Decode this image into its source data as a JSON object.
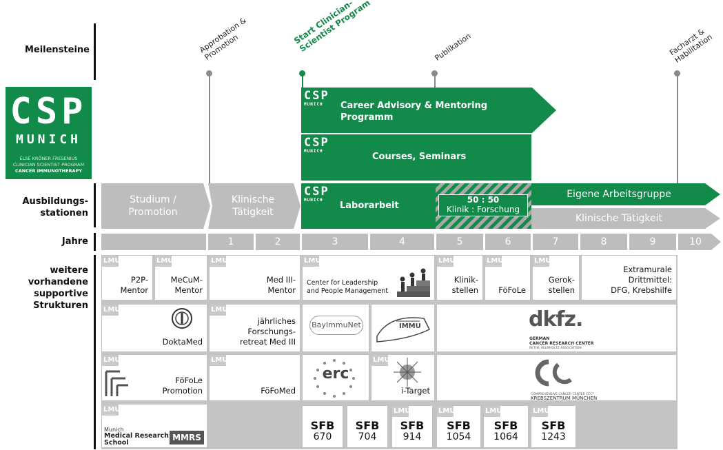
{
  "row_labels": {
    "milestones": "Meilensteine",
    "stations": "Ausbildungs-\nstationen",
    "years": "Jahre",
    "structures": "weitere\nvorhandene\nsupportive\nStrukturen"
  },
  "logo": {
    "line1": "CSP",
    "line2": "MUNICH",
    "sub1": "ELSE KRÖNER FRESENIUS",
    "sub2": "CLINICIAN SCIENTIST PROGRAM",
    "sub3": "CANCER IMMUNOTHERAPY"
  },
  "milestones": [
    {
      "label": "Approbation &\nPromotion"
    },
    {
      "label": "Start Clinician-\nScientist Program",
      "highlight": true
    },
    {
      "label": "Publikation"
    },
    {
      "label": "Facharzt &\nHabilitation"
    }
  ],
  "green_bars": {
    "career": "Career Advisory & Mentoring\nProgramm",
    "courses": "Courses, Seminars",
    "lab": "Laborarbeit"
  },
  "mini_logo": {
    "top": "CSP",
    "bottom": "MUNICH"
  },
  "stations": {
    "studium": "Studium /\nPromotion",
    "klinisch1": "Klinische\nTätigkeit",
    "split_ratio": "50 : 50",
    "split_label": "Klinik : Forschung",
    "eigene": "Eigene Arbeitsgruppe",
    "klinisch2": "Klinische Tätigkeit"
  },
  "years": [
    "1",
    "2",
    "3",
    "4",
    "5",
    "6",
    "7",
    "8",
    "9",
    "10"
  ],
  "lmu": "LMU",
  "structures": {
    "p2p": "P2P-\nMentor",
    "mecum": "MeCuM-\nMentor",
    "med3": "Med III-\nMentor",
    "leadership": "Center for Leadership\nand People Management",
    "klinikstellen": "Klinik-\nstellen",
    "fofole": "FöFoLe",
    "gerok": "Gerok-\nstellen",
    "extramural": "Extramurale\nDrittmittel:\nDFG, Krebshilfe",
    "doktamed": "DoktaMed",
    "retreat": "jährliches\nForschungs-\nretreat Med III",
    "bayimmunet": "BayImmuNet",
    "dkfz": "dkfz.",
    "dkfz_sub1": "GERMAN",
    "dkfz_sub2": "CANCER RESEARCH CENTER",
    "dkfz_sub3": "IN THE HELMHOLTZ ASSOCIATION",
    "fofole_promo": "FöFoLe\nPromotion",
    "fofomed": "FöFoMed",
    "erc": "erc",
    "itarget": "i-Target",
    "ccc_sub1": "COMPREHENSIVE CANCER CENTER CCCᴹ",
    "ccc_sub2": "KREBSZENTRUM MÜNCHEN",
    "mmrs_line1": "Munich",
    "mmrs_line2": "Medical Research",
    "mmrs_line3": "School",
    "mmrs_logo": "MMRS"
  },
  "sfb": [
    {
      "label": "SFB",
      "num": "670"
    },
    {
      "label": "SFB",
      "num": "704"
    },
    {
      "label": "SFB",
      "num": "914"
    },
    {
      "label": "SFB",
      "num": "1054"
    },
    {
      "label": "SFB",
      "num": "1064"
    },
    {
      "label": "SFB",
      "num": "1243"
    }
  ],
  "colors": {
    "green": "#128a4a",
    "grey": "#bdbdbd",
    "line": "#111111"
  }
}
